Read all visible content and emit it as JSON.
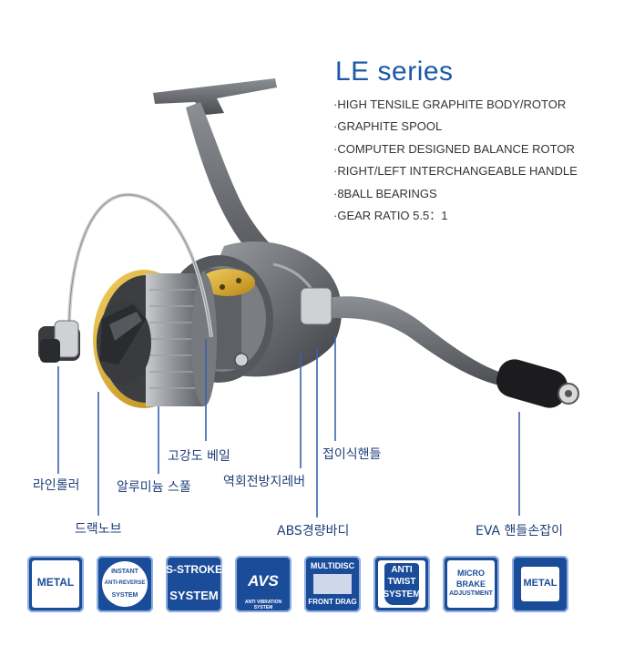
{
  "product": {
    "series_title": "LE series",
    "features": [
      "·HIGH TENSILE GRAPHITE BODY/ROTOR",
      "·GRAPHITE SPOOL",
      "·COMPUTER DESIGNED BALANCE ROTOR",
      "·RIGHT/LEFT INTERCHANGEABLE HANDLE",
      "·8BALL BEARINGS",
      "·GEAR RATIO 5.5：1"
    ]
  },
  "callouts": {
    "line_roller": "라인롤러",
    "drag_knob": "드랙노브",
    "aluminum_spool": "알루미늄 스풀",
    "high_strength_bail": "고강도 베일",
    "anti_reverse_lever": "역회전방지레버",
    "abs_body": "ABS경량바디",
    "folding_handle": "접이식핸들",
    "eva_handle_knob": "EVA 핸들손잡이"
  },
  "badges": {
    "metal_1": "METAL",
    "instant": [
      "INSTANT",
      "ANTI-REVERSE",
      "SYSTEM"
    ],
    "s_stroke": [
      "S-STROKE",
      "SYSTEM"
    ],
    "avs": [
      "AVS",
      "ANTI VIBRATION SYSTEM"
    ],
    "multidisc": [
      "MULTIDISC",
      "FRONT DRAG"
    ],
    "anti_twist": [
      "ANTI",
      "TWIST",
      "SYSTEM"
    ],
    "micro_brake": [
      "MICRO",
      "BRAKE",
      "ADJUSTMENT"
    ],
    "metal_2": "METAL"
  },
  "colors": {
    "title_blue": "#1a5aa8",
    "badge_blue": "#1b4c9a",
    "callout_line": "#3a62b0",
    "reel_gray": "#6b6e73",
    "spool_gold": "#d6a52b"
  }
}
